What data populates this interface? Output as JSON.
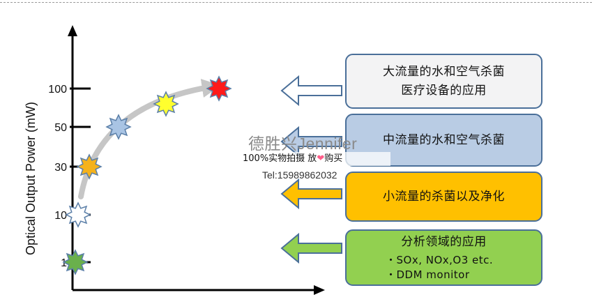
{
  "chart": {
    "y_axis_label": "Optical Output Power  (mW)",
    "y_ticks": [
      {
        "value": 1,
        "label": "1"
      },
      {
        "value": 10,
        "label": "10"
      },
      {
        "value": 30,
        "label": "30"
      },
      {
        "value": 50,
        "label": "50"
      },
      {
        "value": 100,
        "label": "100"
      }
    ],
    "markers": [
      {
        "value": 1,
        "color": "#6ab04c"
      },
      {
        "value": 10,
        "color": "#ffffff"
      },
      {
        "value": 30,
        "color": "#f5b21c"
      },
      {
        "value": 50,
        "color": "#a9c4e4"
      },
      {
        "value": 80,
        "color": "#ffff2e"
      },
      {
        "value": 100,
        "color": "#ff1a1a"
      }
    ],
    "trend_arrow_color": "#c6c6c6"
  },
  "boxes": [
    {
      "lines": [
        "大流量的水和空气杀菌",
        "医疗设备的应用"
      ],
      "fill": "#f3f3f4",
      "arrow_fill": "#ffffff"
    },
    {
      "lines": [
        "中流量的水和空气杀菌"
      ],
      "fill": "#b9cce4",
      "arrow_fill": "#b9cce4"
    },
    {
      "lines": [
        "小流量的杀菌以及净化"
      ],
      "fill": "#ffc000",
      "arrow_fill": "#ffc000"
    },
    {
      "lines": [
        "分析领域的应用",
        "・SOx, NOx,O3 etc.",
        "・DDM monitor"
      ],
      "fill": "#92d050",
      "arrow_fill": "#92d050"
    }
  ],
  "watermark": {
    "title": "德胜兴Jennifer",
    "subtitle_before": "100%实物拍摄  放",
    "heart": "❤",
    "subtitle_after": "购买",
    "tel": "Tel:15989862032"
  }
}
